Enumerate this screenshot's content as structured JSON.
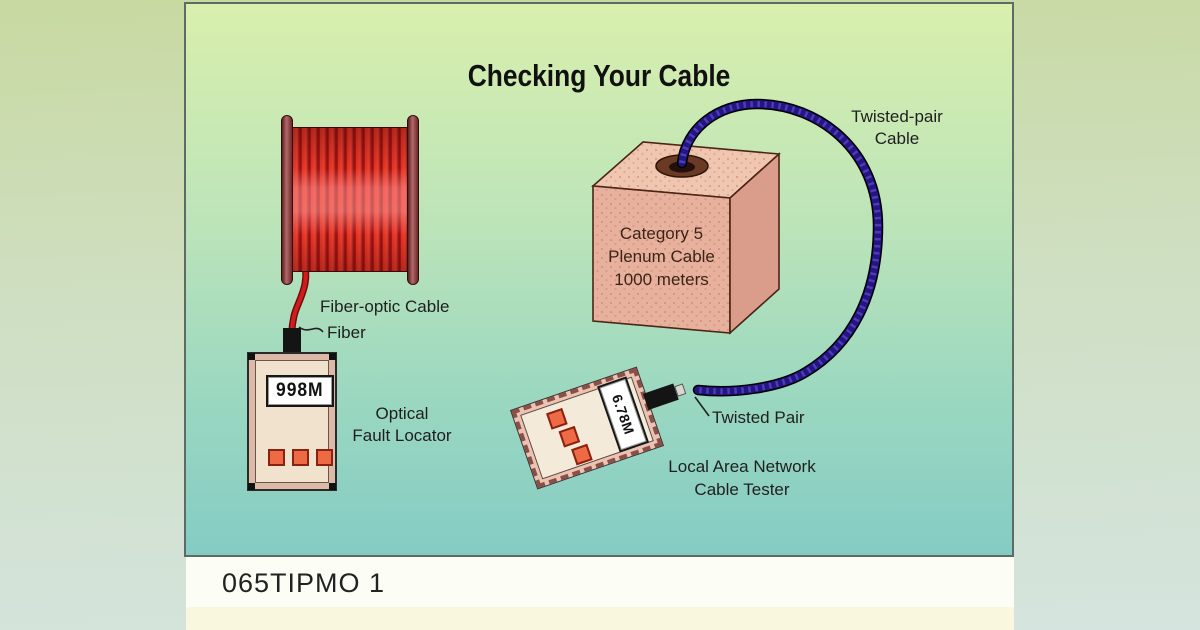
{
  "page": {
    "title": "Checking Your Cable",
    "caption": "065TIPMO 1"
  },
  "labels": {
    "fiber_optic_cable": "Fiber-optic Cable",
    "fiber": "Fiber",
    "optical_fault_locator_line1": "Optical",
    "optical_fault_locator_line2": "Fault Locator",
    "twisted_pair_cable_line1": "Twisted-pair",
    "twisted_pair_cable_line2": "Cable",
    "twisted_pair": "Twisted Pair",
    "lan_tester_line1": "Local Area Network",
    "lan_tester_line2": "Cable Tester"
  },
  "cable_box": {
    "line1": "Category 5",
    "line2": "Plenum Cable",
    "line3": "1000 meters"
  },
  "devices": {
    "optical_fault_locator_display": "998M",
    "lan_tester_display": "6.78M"
  },
  "colors": {
    "fiber_cable_red": "#cf1d1d",
    "twisted_pair_navy": "#241583",
    "box_salmon": "#e8b19e",
    "button_orange": "#ee6a45",
    "panel_gradient_top": "#d9efad",
    "panel_gradient_bottom": "#84ccc4"
  }
}
